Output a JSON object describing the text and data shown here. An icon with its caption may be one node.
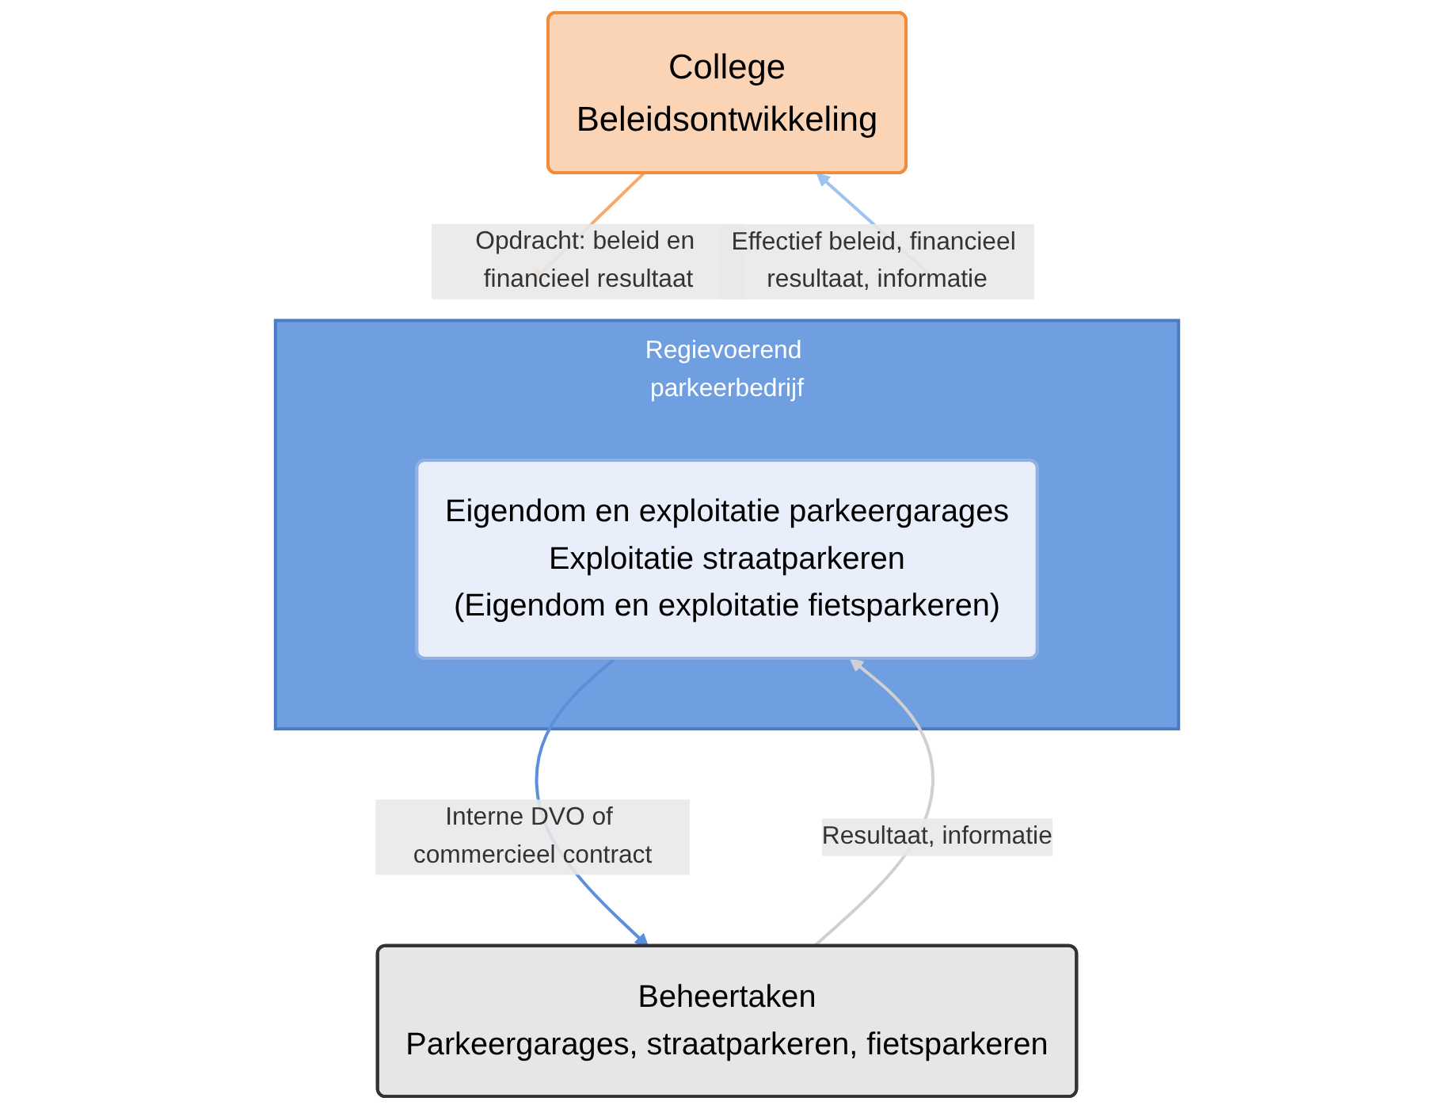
{
  "diagram": {
    "nodes": [
      {
        "text": [
          "College",
          "Beleidsontwikkeling"
        ]
      },
      {
        "text": [
          "Regievoerend parkeerbedrijf"
        ]
      },
      {
        "text": [
          "Eigendom en exploitatie parkeergarages",
          "Exploitatie straatparkeren",
          "(Eigendom en exploitatie fietsparkeren)"
        ],
        "in": 1
      },
      {
        "text": [
          "Beheertaken",
          "Parkeergarages, straatparkeren, fietsparkeren"
        ]
      }
    ],
    "edges": [
      {
        "from": 0,
        "to": 1,
        "arrow": "to",
        "label": "Opdracht: beleid en financieel resultaat",
        "color": "#f9a86a"
      },
      {
        "from": 1,
        "to": 0,
        "arrow": "to",
        "label": "Effectief beleid, financieel resultaat, informatie",
        "color": "#9dc3f0"
      },
      {
        "from": 2,
        "to": 3,
        "arrow": "to",
        "label": "Interne DVO of commercieel contract",
        "color": "#5b8fdc"
      },
      {
        "from": 3,
        "to": 2,
        "arrow": "to",
        "label": "Resultaat, informatie",
        "color": "#d0d0d0"
      }
    ]
  }
}
